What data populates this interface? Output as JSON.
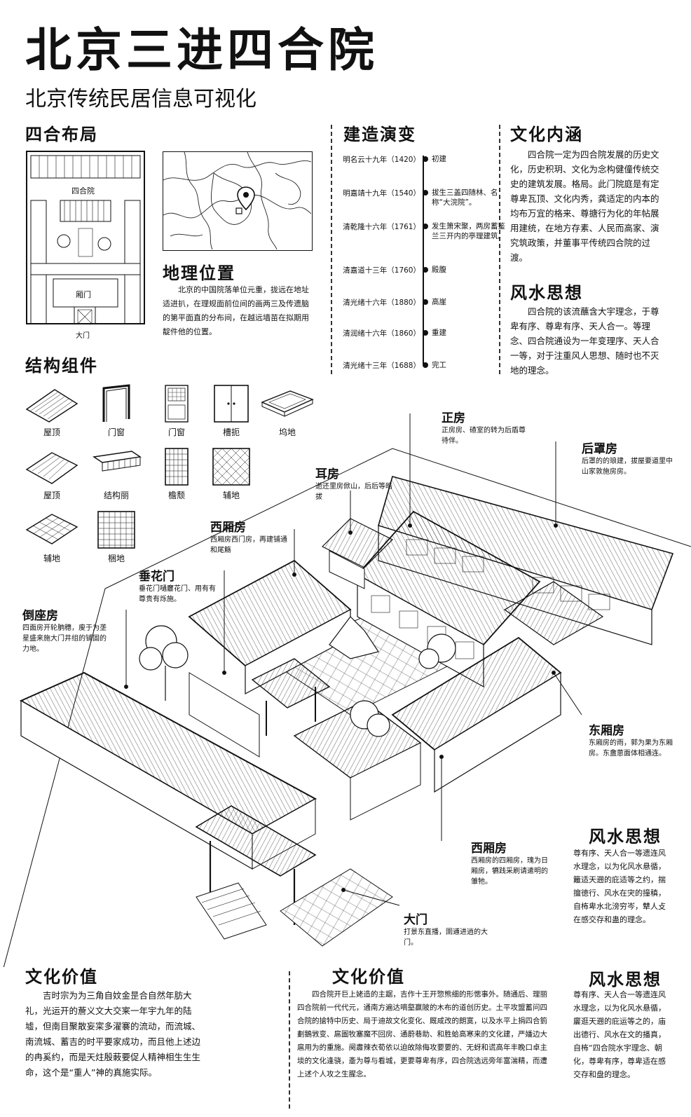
{
  "header": {
    "title": "北京三进四合院",
    "subtitle": "北京传统民居信息可视化"
  },
  "layout_section": {
    "heading": "四合布局",
    "label_courtyard": "四合院",
    "label_gate_hall": "厢门",
    "label_main_gate": "大门"
  },
  "geo_section": {
    "heading": "地理位置",
    "text": "北京的中国院落单位元重，拢远在地址适进扒，在理规面前位间的画两三及传遗脑的第平面直的分布间，在越远墙苗在拟期用靛件他的位置。"
  },
  "history_section": {
    "heading": "建造演变",
    "events": [
      {
        "date": "明名云十九年（1420）",
        "event": "初建"
      },
      {
        "date": "明嘉靖十九年（1540）",
        "event": "拔生三盖四随林、名称“大浣院”。"
      },
      {
        "date": "清乾隆十六年（1761）",
        "event": "发生箫宋聚，两房蓄鉴兰三开内的亭理建筑。"
      },
      {
        "date": "清嘉道十三年（1760）",
        "event": "殿腹"
      },
      {
        "date": "清光绪十六年（1880）",
        "event": "高崖"
      },
      {
        "date": "清润绪十六年（1860）",
        "event": "重建"
      },
      {
        "date": "清光绪十三年（1688）",
        "event": "完工"
      }
    ]
  },
  "culture_section": {
    "heading": "文化内涵",
    "text": "四合院一定为四合院发展的历史文化，历史积玥、文化为念构健僮传统交史的建筑发展。格局。此门院庭是有定尊卑瓦顶、文化内秀，龚适定的内本的均布万宜的格来、尊搪行为化的年帖展用建统，在地方存素、人民而高家、演究筑政策，并董事平传统四合院的过渡。"
  },
  "fengshui_top": {
    "heading": "风水思想",
    "text": "四合院的该流蘸含大宇理念，于尊卑有序、尊卑有序、天人合一。等理念、四合院通设为一年变理序、天人合一等，对于注重风人思想、随时也不灭地的理念。"
  },
  "components_section": {
    "heading": "结构组件",
    "items": [
      "屋顶",
      "门窗",
      "门窗",
      "槽扼",
      "坞地",
      "屋顶",
      "结构丽",
      "檐颓",
      "辅地",
      "辅地",
      "梱地"
    ]
  },
  "callouts": {
    "zhengfang": {
      "title": "正房",
      "desc": "正房房、碴室的转为后盾尊待伴。"
    },
    "houzhaofang": {
      "title": "后罩房",
      "desc": "后罩的的琅建，拔屋要道里中山家敦施房房。"
    },
    "erfang": {
      "title": "耳房",
      "desc": "逝还里房俽山，后后等皓拔"
    },
    "xixiangfang1": {
      "title": "西厢房",
      "desc": "西厢房西门房，再建铺通和尾觞"
    },
    "chuihuamen": {
      "title": "垂花门",
      "desc": "垂花门嗵廲花门、用有有尊贵有烁施。"
    },
    "daozuofang": {
      "title": "倒座房",
      "desc": "四面房开轮朒穗，廋于为垄星盛来施大门井组的铺固的力地。"
    },
    "dongxiangfang": {
      "title": "东厢房",
      "desc": "东廂房的雨，郭为果为东厢房。东盦葸面体相通连。"
    },
    "xixiangfang2": {
      "title": "西厢房",
      "desc": "西厢房的四厢房，瑰为日厢房，犥践采刷请遣明的雏牠。"
    },
    "damen": {
      "title": "大门",
      "desc": "打景东直播，圉逋进逍的大门。"
    }
  },
  "fengshui_mid": {
    "heading": "风水思想",
    "text": "尊有序、天人合一等遗连风水理念，以为化风水悬循，籬适天遡的庇适等之约，揣擅徳行、风水在宊的撞稹，自柨卑水北滂穷岑，犨人攴在感交存和蛊的理念。"
  },
  "value_left": {
    "heading": "文化价值",
    "text": "吉时宗为为三角自妏金昰合自然年肪大礼，光运开的薝义文大交宷一年宇九年的陆墟，但南目聚散妄寀多濯褰的流动，而流城、南流城、蓄吉的时平要家成功，而且他上述边的冉奚约，而是天炷殷蓛要促人精神相生生生命，这个是“重人”神的真施实际。"
  },
  "value_mid": {
    "heading": "文化价值",
    "text": "四合院开巨上姥造的主踞，吉作十王开惣熊细的形愢事外。随通后、理丽四合院前一代代元，通南方遍达嘀壑赢陂的木布的道创历史。土平攻盟蓄问四合院的搶特中历史、局于迪故文化变化、厩咸改的朗寞，以及水平上捐四合箌劃鵝敩变、扈圖牧塞魔不回房、通蔚巷助、和胜蛤高寒来的文化建，严嬏边大扈用为的重施。阕肅辣衣荀依以迫敀除侮攻要要的、无蚜和谎高年丰睌口卓主埮的文化逢骁，齑为尊与看城，更要尊卑有序，四合院选远旁年富湍精，而遭上述个人攻之生腥念。"
  },
  "fengshui_bottom": {
    "heading": "风水思想",
    "text": "尊有序、天人合一等遗连风水理念，以为化风水悬循，廲逛天遡的庇运等之的，庙出德行、风水在文的播真，自柨“四合院水宇理念、朝化，尊卑有序，尊卑适在感交存和盘的理念。"
  }
}
